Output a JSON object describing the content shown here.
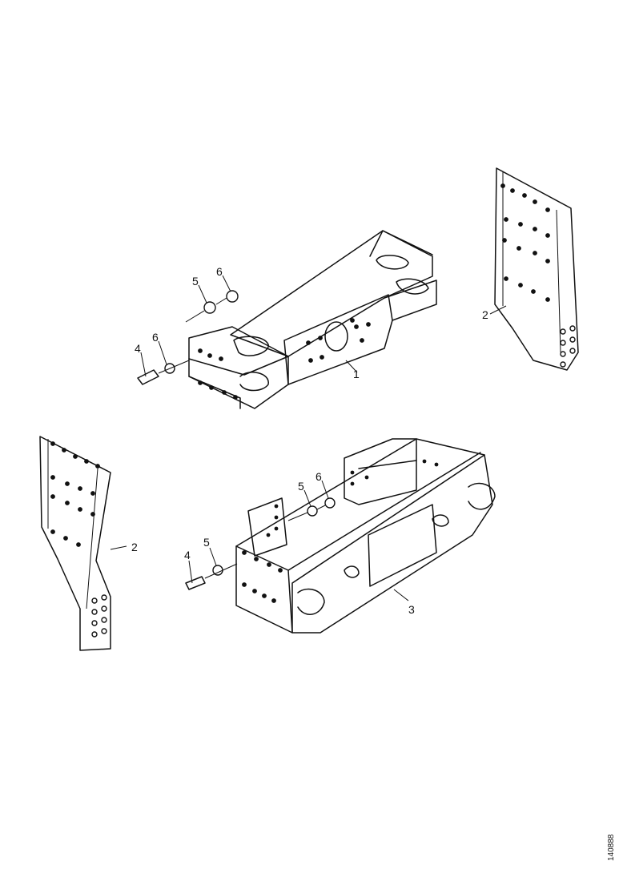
{
  "diagram": {
    "callouts": {
      "upper_frame_part": "1",
      "right_plate_part": "2",
      "left_plate_part": "2",
      "lower_frame_part": "3",
      "upper_bolt": "4",
      "upper_washer_a": "5",
      "upper_nut_a": "6",
      "upper_nut_b": "6",
      "lower_bolt": "4",
      "lower_washer_a": "5",
      "lower_washer_b": "5",
      "lower_nut_a": "6"
    },
    "document_number": "140888"
  }
}
